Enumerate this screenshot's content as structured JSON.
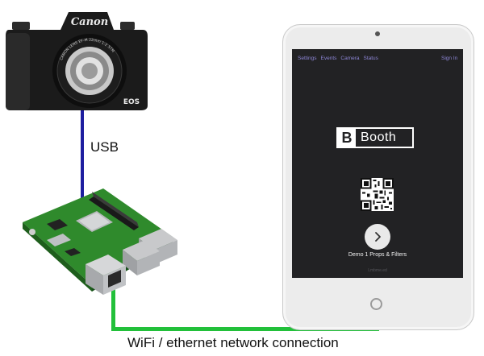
{
  "connections": {
    "usb_label": "USB",
    "network_label": "WiFi / ethernet network connection"
  },
  "camera": {
    "brand": "Canon",
    "model": "EOS",
    "lens_text": "CANON LENS EF-M 22mm 1:2 STM"
  },
  "tablet": {
    "nav": [
      "Settings",
      "Events",
      "Camera",
      "Status"
    ],
    "sign_in": "Sign In",
    "logo_letter": "B",
    "logo_text": "Booth",
    "demo_label": "Demo 1 Props & Filters",
    "version_label": "Lmbme.ed"
  },
  "colors": {
    "usb_line": "#1e1ea0",
    "network_line": "#22c03a",
    "nav_link": "#8d86d6",
    "screen": "#222224"
  }
}
